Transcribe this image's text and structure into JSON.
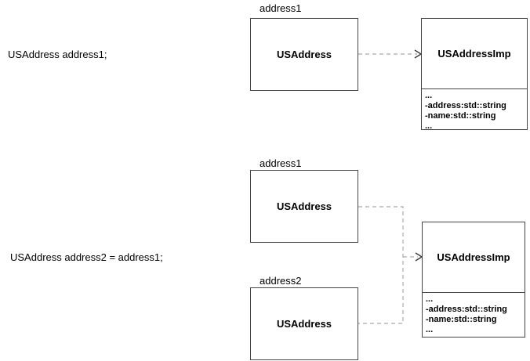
{
  "colors": {
    "box_border": "#454545",
    "dashed_line": "#a9a9a9",
    "arrowhead": "#3a3a3a",
    "text": "#000000"
  },
  "diagram_top": {
    "statement": "USAddress address1;",
    "object": {
      "label": "address1",
      "class_name": "USAddress"
    },
    "implementation": {
      "class_name": "USAddressImp",
      "attributes": [
        "...",
        "-address:std::string",
        "-name:std::string",
        "..."
      ]
    }
  },
  "diagram_bottom": {
    "statement": "USAddress address2 = address1;",
    "objects": [
      {
        "label": "address1",
        "class_name": "USAddress"
      },
      {
        "label": "address2",
        "class_name": "USAddress"
      }
    ],
    "implementation": {
      "class_name": "USAddressImp",
      "attributes": [
        "...",
        "-address:std::string",
        "-name:std::string",
        "..."
      ]
    }
  }
}
